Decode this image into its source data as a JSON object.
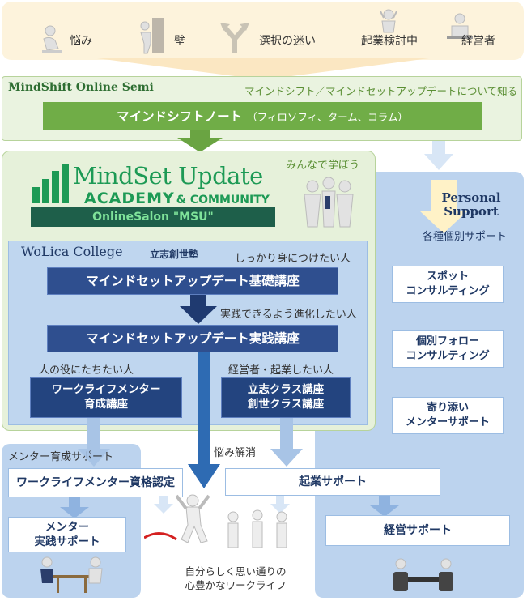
{
  "worries": [
    {
      "label": "悩み",
      "icon": "sitting-worried-person-icon"
    },
    {
      "label": "壁",
      "icon": "person-at-wall-icon"
    },
    {
      "label": "選択の迷い",
      "icon": "fork-arrows-icon"
    },
    {
      "label": "起業検討中",
      "icon": "thinking-person-icon"
    },
    {
      "label": "経営者",
      "icon": "person-at-desk-icon"
    }
  ],
  "mindshift": {
    "title": "MindShift Online Semi",
    "subtitle": "マインドシフト／マインドセットアップデートについて知る",
    "bar_label": "マインドシフトノート",
    "bar_note": "（フィロソフィ、ターム、コラム）"
  },
  "msu": {
    "logo_line1": "MindSet Update",
    "logo_line2a": "ACADEMY",
    "logo_line2b": "& COMMUNITY",
    "salon": "OnlineSalon \"MSU\"",
    "caption": "みんなで学ぼう"
  },
  "wolica": {
    "title": "WoLica College",
    "kanji": "立志創世塾",
    "label_learn": "しっかり身につけたい人",
    "basic_course": "マインドセットアップデート基礎講座",
    "label_evolve": "実践できるよう進化したい人",
    "practice_course": "マインドセットアップデート実践講座",
    "label_help": "人の役にたちたい人",
    "mentor_course": "ワークライフメンター\n育成講座",
    "label_biz": "経営者・起業したい人",
    "class_course": "立志クラス講座\n創世クラス講座"
  },
  "personal": {
    "title": "Personal\nSupport",
    "subtitle": "各種個別サポート",
    "items": [
      "スポット\nコンサルティング",
      "個別フォロー\nコンサルティング",
      "寄り添い\nメンターサポート"
    ]
  },
  "mentor_support": {
    "title": "メンター育成サポート",
    "cert": "ワークライフメンター資格認定",
    "practice": "メンター\n実践サポート"
  },
  "resolve": {
    "label": "悩み解消",
    "startup": "起業サポート",
    "management": "経営サポート",
    "goal": "自分らしく思い通りの\n心豊かなワークライフ"
  },
  "colors": {
    "green": "#70ad47",
    "navy": "#2f4f8f",
    "blue_panel": "#bcd3ee",
    "light_green": "#e6f1da",
    "cream": "#fdf3dc"
  }
}
